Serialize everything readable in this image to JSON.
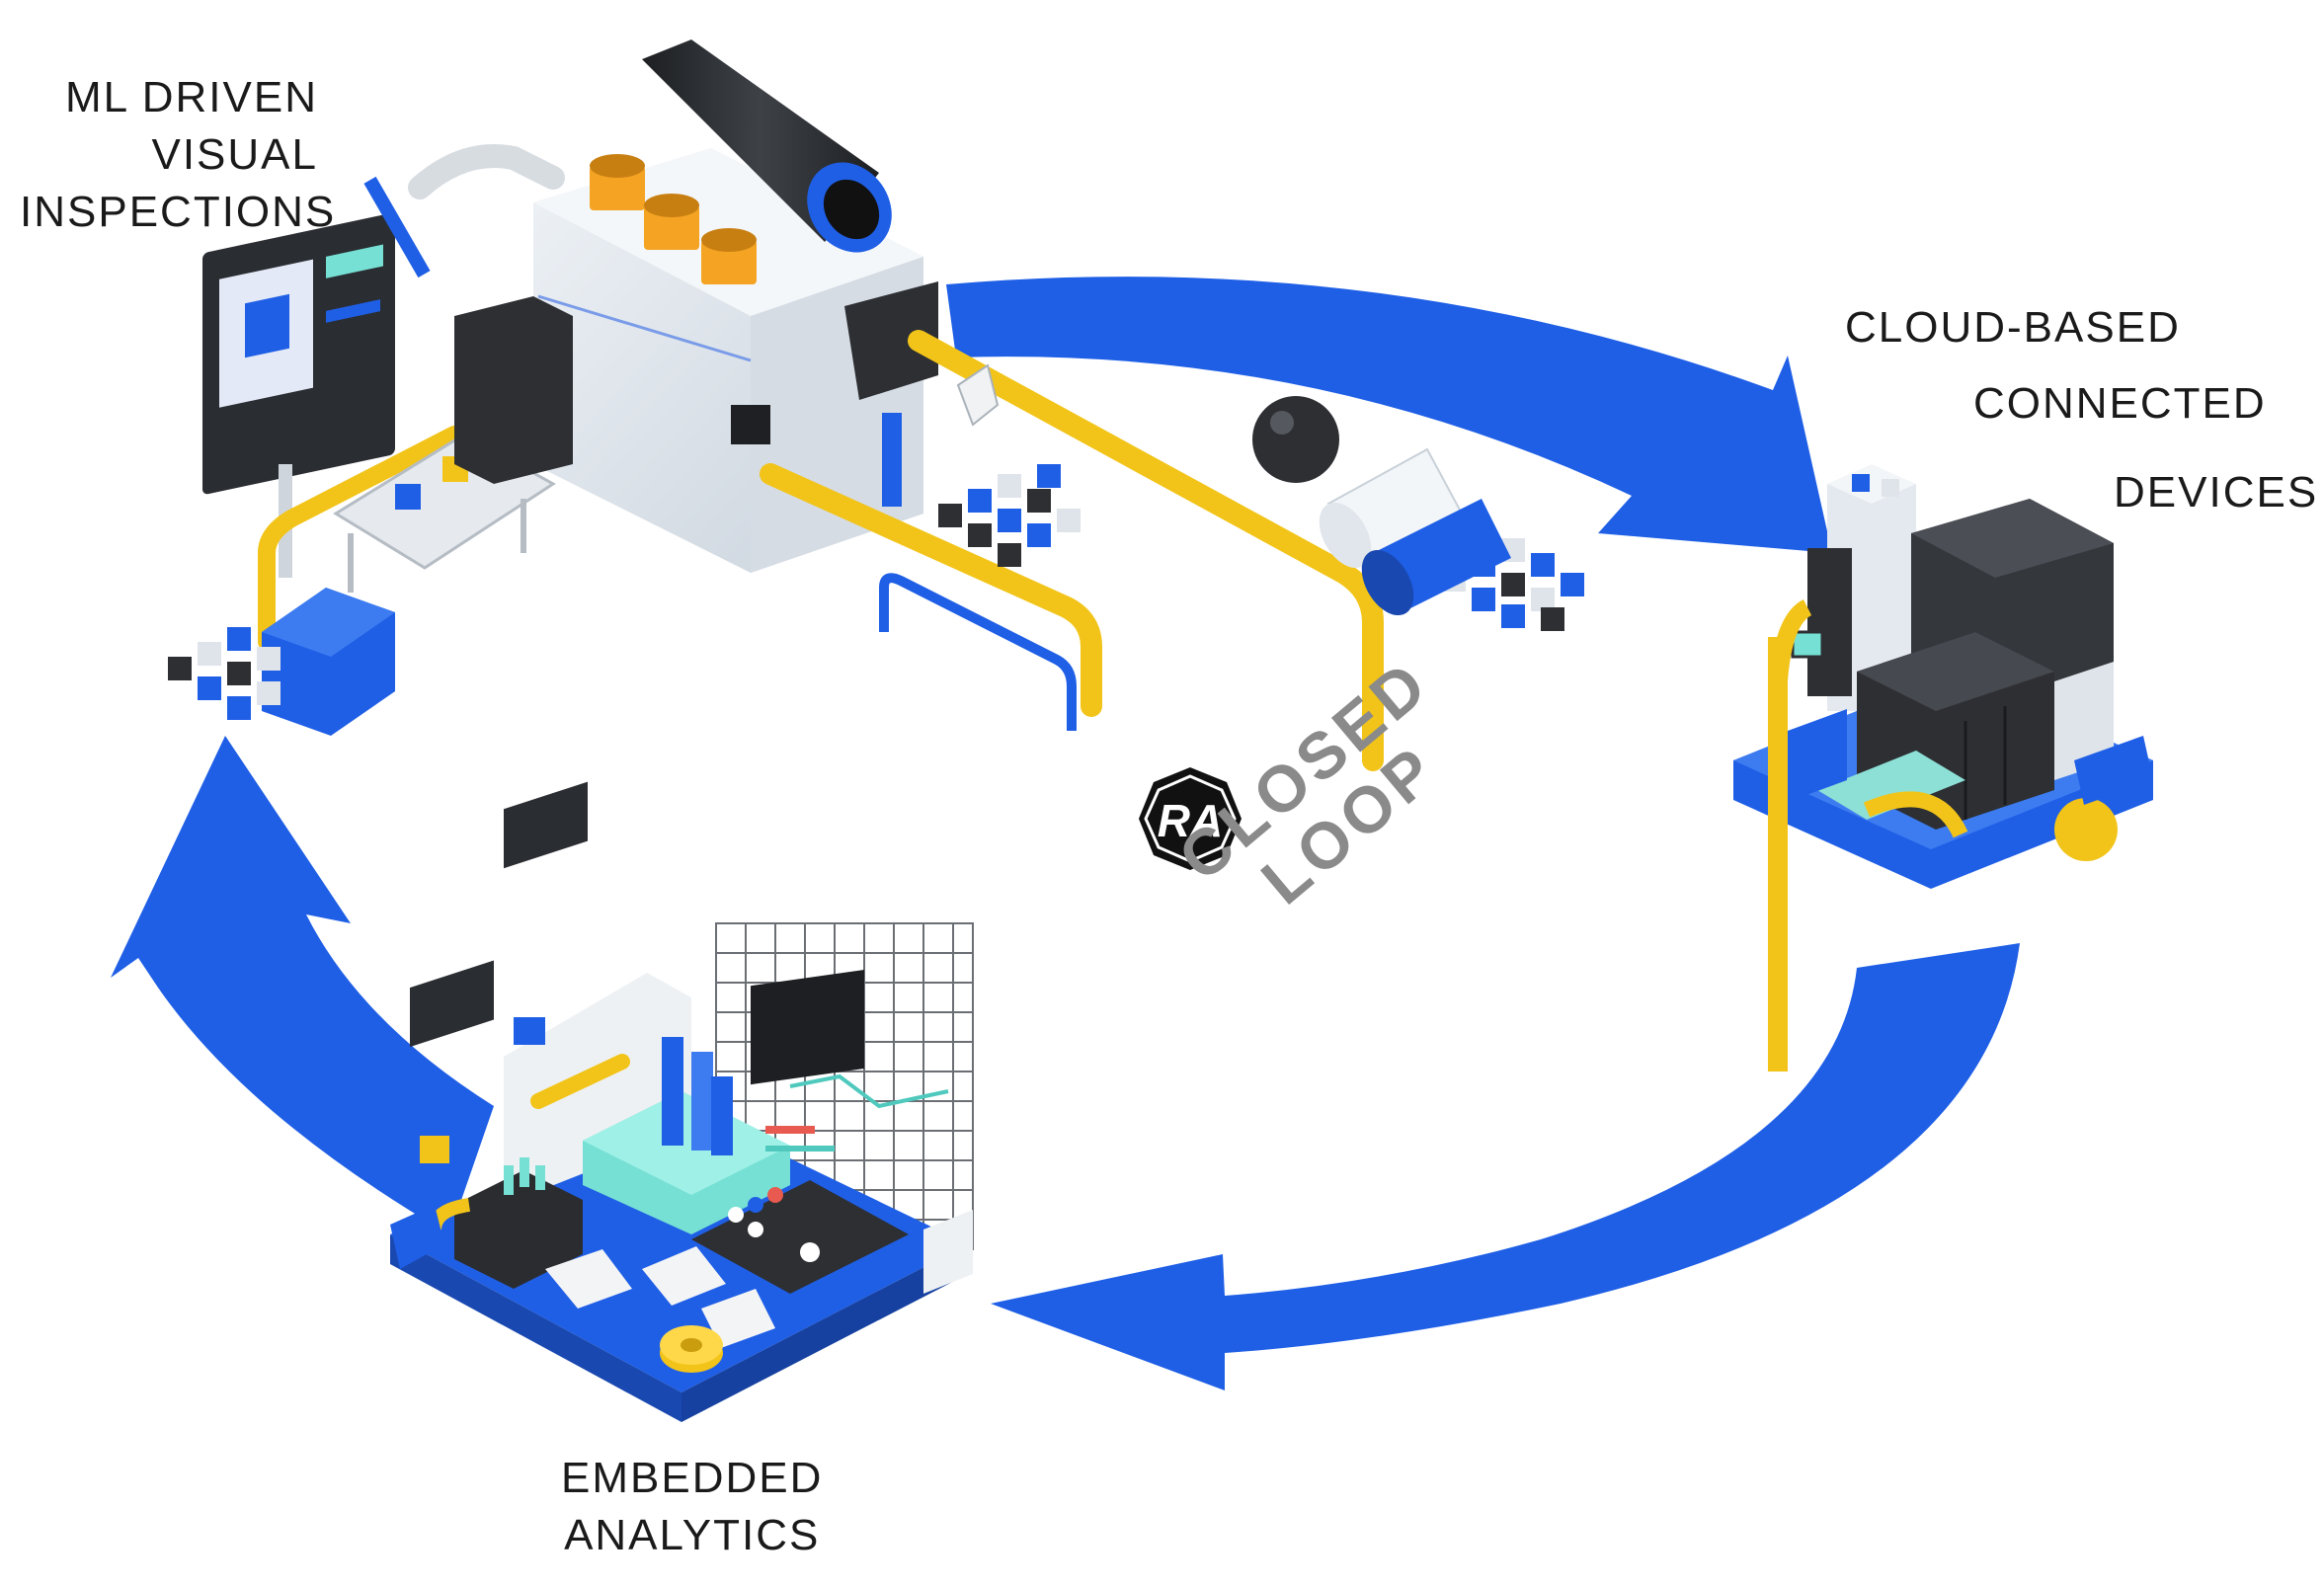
{
  "labels": {
    "ml": [
      "ML DRIVEN",
      "VISUAL",
      "INSPECTIONS"
    ],
    "cloud": [
      "CLOUD-BASED",
      "CONNECTED",
      "DEVICES"
    ],
    "embedded": [
      "EMBEDDED",
      "ANALYTICS"
    ],
    "center": [
      "CLOSED",
      "LOOP"
    ]
  },
  "logo": {
    "text": "RA"
  },
  "colors": {
    "arrow": "#1f5fe6",
    "pipe": "#f2c419",
    "machine_body": "#dfe6ee",
    "dark": "#2d2f33",
    "accent_teal": "#76e0d4",
    "orange": "#f4a322"
  }
}
